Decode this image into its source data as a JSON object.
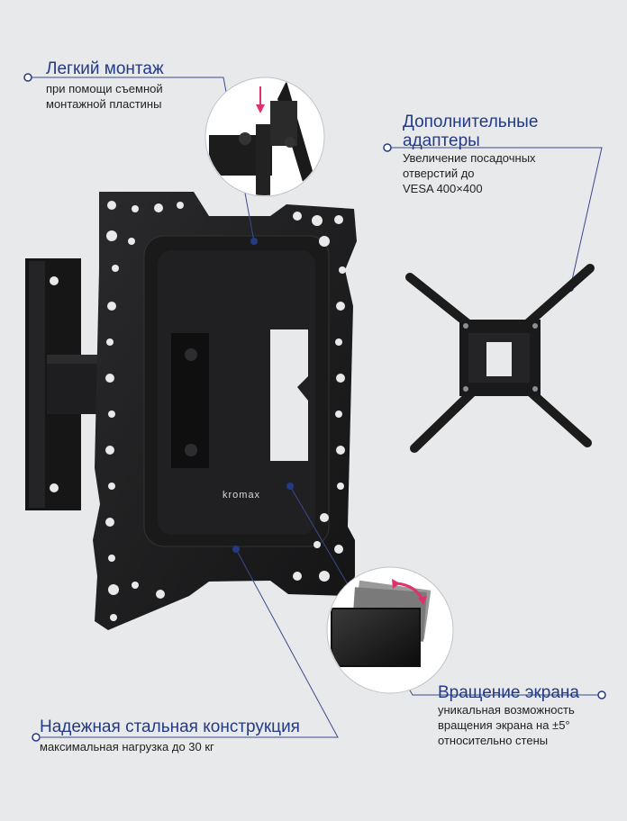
{
  "brand": {
    "logo_text": "kromax"
  },
  "colors": {
    "accent": "#233a86",
    "connector": "#3a4a8c",
    "rotate_arrow": "#e0306e",
    "metal": "#1b1b1c"
  },
  "callouts": {
    "easy_mount": {
      "title": "Легкий монтаж",
      "desc_lines": [
        "при помощи съемной",
        "монтажной пластины"
      ]
    },
    "adapters": {
      "title_lines": [
        "Дополнительные",
        "адаптеры"
      ],
      "desc_lines": [
        "Увеличение посадочных",
        "отверстий до",
        "VESA 400×400"
      ]
    },
    "rotation": {
      "title": "Вращение экрана",
      "desc_lines": [
        "уникальная возможность",
        "вращения экрана на ±5°",
        "относительно стены"
      ]
    },
    "steel": {
      "title": "Надежная стальная конструкция",
      "desc_lines": [
        "максимальная нагрузка до 30 кг"
      ]
    }
  }
}
